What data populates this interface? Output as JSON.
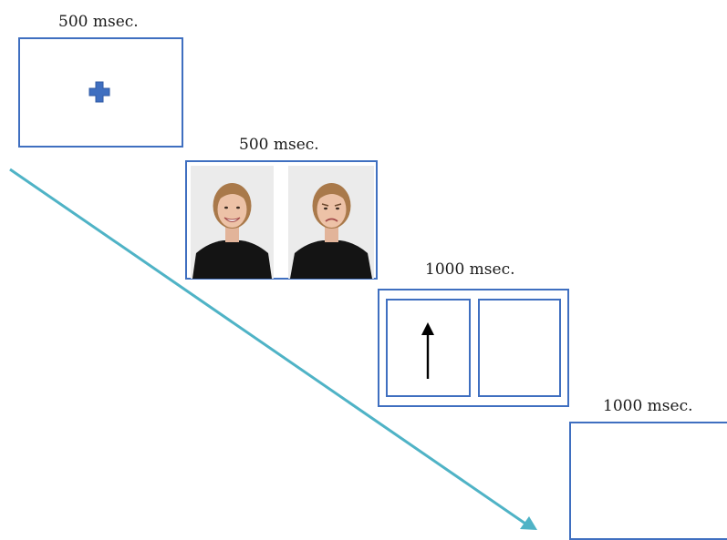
{
  "stages": [
    {
      "duration_label": "500 msec.",
      "content": "fixation-cross"
    },
    {
      "duration_label": "500 msec.",
      "content": "face-pair",
      "faces": [
        "happy-face",
        "angry-face"
      ]
    },
    {
      "duration_label": "1000 msec.",
      "content": "arrow-probe",
      "arrow": "up-arrow"
    },
    {
      "duration_label": "1000 msec.",
      "content": "blank-screen"
    }
  ],
  "colors": {
    "frame_border": "#3f6fc0",
    "fixation_cross": "#3f6fc0",
    "time_arrow": "#4fb3c6",
    "photo_background": "#ebebeb",
    "shirt": "#141414"
  }
}
